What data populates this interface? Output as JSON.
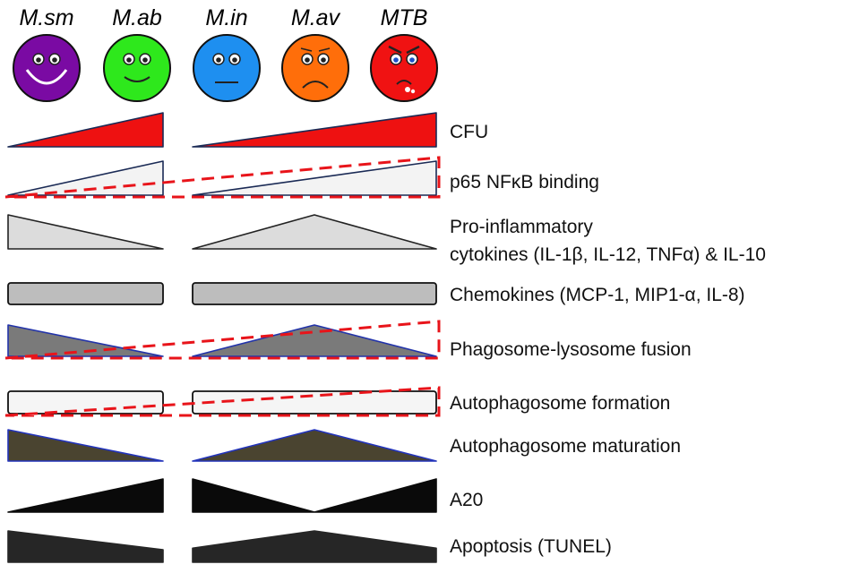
{
  "species": [
    {
      "label": "M.sm",
      "color": "#7a0aa3",
      "mood": "happy"
    },
    {
      "label": "M.ab",
      "color": "#2ee81c",
      "mood": "content"
    },
    {
      "label": "M.in",
      "color": "#1e8ff0",
      "mood": "neutral"
    },
    {
      "label": "M.av",
      "color": "#ff6e0a",
      "mood": "sad"
    },
    {
      "label": "MTB",
      "color": "#f01212",
      "mood": "angry"
    }
  ],
  "rows": [
    {
      "label": "CFU",
      "fill": "#ee1111",
      "stroke": "#1a2a55",
      "left": "increasing-wedge",
      "right": "increasing-wedge",
      "dashed_overlay": false
    },
    {
      "label": "p65 NFκB binding",
      "fill": "#f3f3f3",
      "stroke": "#1a2a55",
      "left": "increasing-wedge",
      "right": "increasing-wedge",
      "dashed_overlay": true
    },
    {
      "label": "Pro-inflammatory",
      "label2": "cytokines (IL-1β, IL-12, TNFα) & IL-10",
      "fill": "#dcdcdc",
      "stroke": "#222222",
      "left": "decreasing-wedge",
      "right": "peak",
      "dashed_overlay": false
    },
    {
      "label": "Chemokines (MCP-1, MIP1-α, IL-8)",
      "fill": "#bdbdbd",
      "stroke": "#111111",
      "left": "bar",
      "right": "bar",
      "dashed_overlay": false
    },
    {
      "label": "Phagosome-lysosome fusion",
      "fill": "#7a7a7a",
      "stroke": "#2233aa",
      "left": "decreasing-wedge",
      "right": "peak",
      "dashed_overlay": true
    },
    {
      "label": "Autophagosome formation",
      "fill": "#f5f5f5",
      "stroke": "#111111",
      "left": "bar",
      "right": "bar",
      "dashed_overlay": true
    },
    {
      "label": "Autophagosome maturation",
      "fill": "#4a4430",
      "stroke": "#2233bb",
      "left": "decreasing-wedge",
      "right": "peak",
      "dashed_overlay": false
    },
    {
      "label": "A20",
      "fill": "#0a0a0a",
      "stroke": "#0a0a0a",
      "left": "increasing-wedge",
      "right": "valley",
      "dashed_overlay": false
    },
    {
      "label": "Apoptosis (TUNEL)",
      "fill": "#262626",
      "stroke": "#262626",
      "left": "decreasing-slab",
      "right": "peak-slab",
      "dashed_overlay": false
    }
  ]
}
